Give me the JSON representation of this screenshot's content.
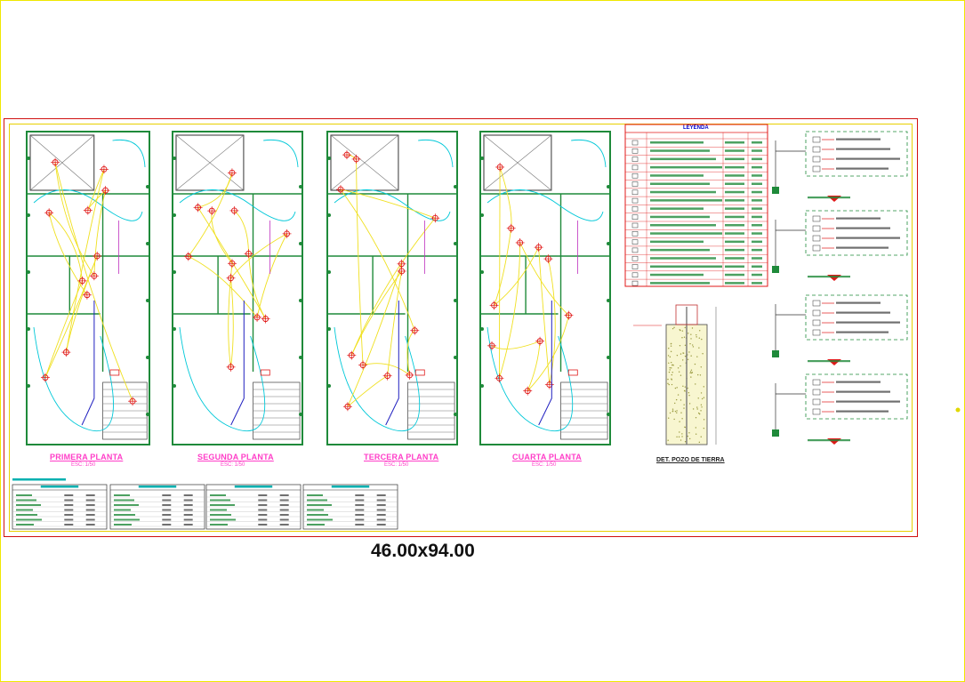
{
  "plans": [
    {
      "title": "PRIMERA PLANTA",
      "scale": "ESC: 1/50"
    },
    {
      "title": "SEGUNDA PLANTA",
      "scale": "ESC: 1/50"
    },
    {
      "title": "TERCERA PLANTA",
      "scale": "ESC: 1/50"
    },
    {
      "title": "CUARTA PLANTA",
      "scale": "ESC: 1/50"
    }
  ],
  "legend_title": "LEYENDA",
  "pozo_title": "DET. POZO DE TIERRA",
  "dimension_label": "46.00x94.00",
  "colors": {
    "wall": "#1f8a3a",
    "circuit": "#f0e020",
    "return": "#00c8d8",
    "fixture": "#e01818",
    "sheet_border": "#d01010",
    "frame": "#e8d000",
    "title": "#ff3ec8"
  }
}
